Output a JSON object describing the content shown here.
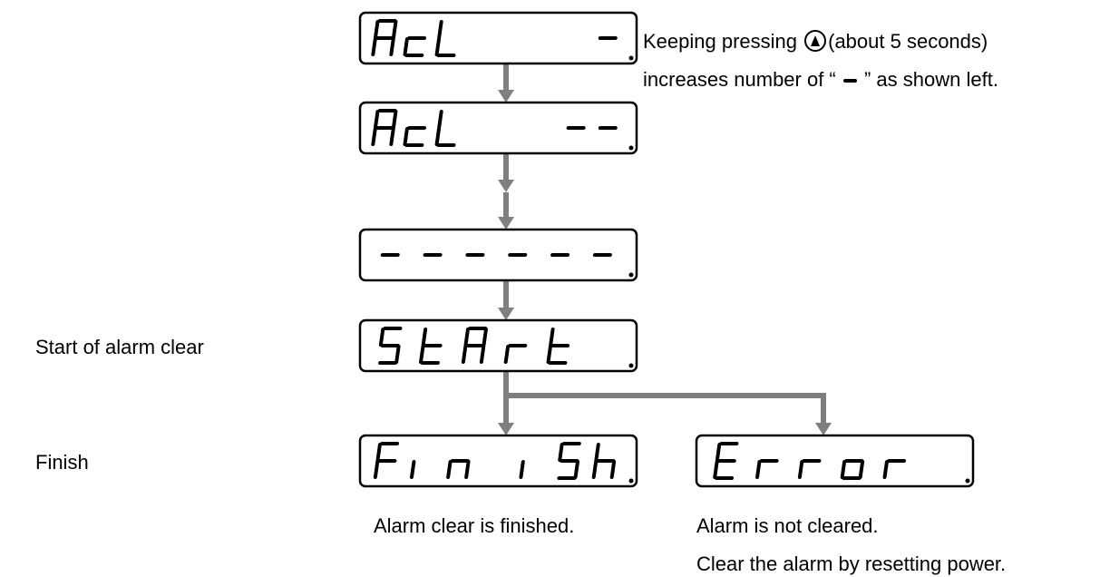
{
  "displays": [
    {
      "name": "display-acl-1",
      "text": "AcL    -"
    },
    {
      "name": "display-acl-2",
      "text": "AcL   --"
    },
    {
      "name": "display-dashes",
      "text": "------"
    },
    {
      "name": "display-start",
      "text": "StArt"
    },
    {
      "name": "display-finish",
      "text": "Fin iSh"
    },
    {
      "name": "display-error",
      "text": "Error"
    }
  ],
  "note": {
    "prefix": "Keeping pressing ",
    "button_icon": "up-arrow-button-icon",
    "suffix": "(about 5 seconds)",
    "line2_prefix": "increases number of “ ",
    "line2_glyph": "dash-icon",
    "line2_suffix": " ” as shown left."
  },
  "labels": {
    "start": "Start of alarm clear",
    "finish": "Finish"
  },
  "captions": {
    "finish": "Alarm clear is finished.",
    "error_line1": "Alarm is not cleared.",
    "error_line2": "Clear the alarm by resetting power."
  },
  "colors": {
    "arrow": "#7f7f7f",
    "display_border": "#000000",
    "segment": "#000000"
  }
}
